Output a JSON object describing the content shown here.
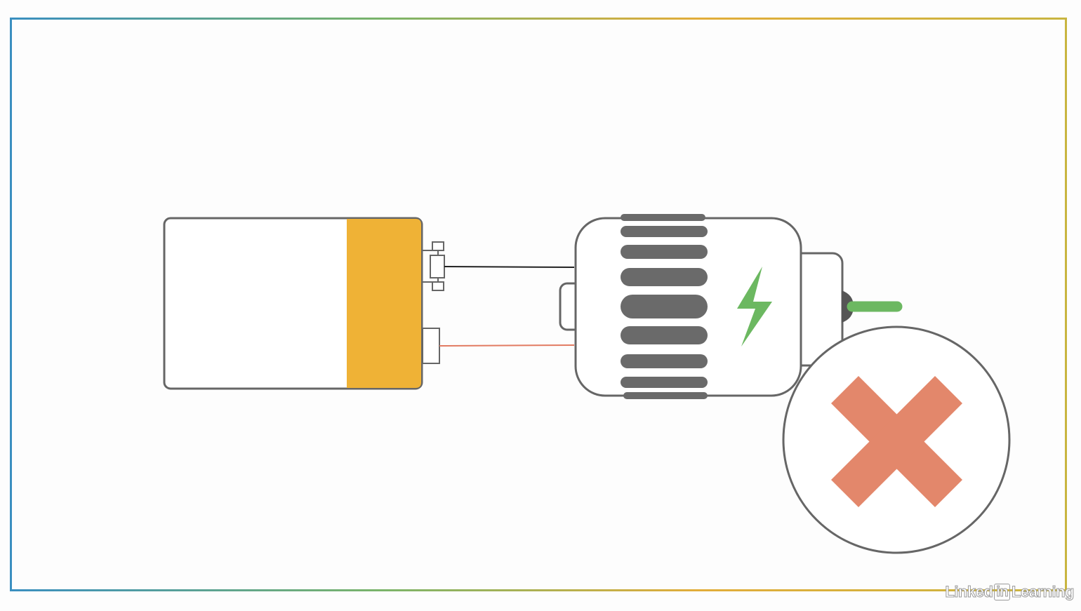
{
  "diagram": {
    "nodes": [
      {
        "id": "battery",
        "kind": "9v-battery"
      },
      {
        "id": "motor",
        "kind": "electric-motor",
        "symbol": "lightning-bolt-icon"
      },
      {
        "id": "status",
        "kind": "status-badge",
        "symbol": "x-mark-icon"
      }
    ],
    "edges": [
      {
        "from": "battery",
        "to": "motor",
        "wire": "black"
      },
      {
        "from": "battery",
        "to": "motor",
        "wire": "red"
      }
    ]
  },
  "colors": {
    "frame_gradient": [
      "#3a8fc0",
      "#7ab46a",
      "#e2ad3a",
      "#c9b540"
    ],
    "outline": "#666666",
    "battery_band": "#efb236",
    "motor_ribs": "#6a6a6a",
    "lightning": "#6cb861",
    "shaft": "#6cb861",
    "wire_black": "#222222",
    "wire_red": "#e27b62",
    "x_mark": "#e3876b"
  },
  "watermark": {
    "brand_left": "Linked",
    "brand_box": "in",
    "brand_right": "Learning"
  }
}
